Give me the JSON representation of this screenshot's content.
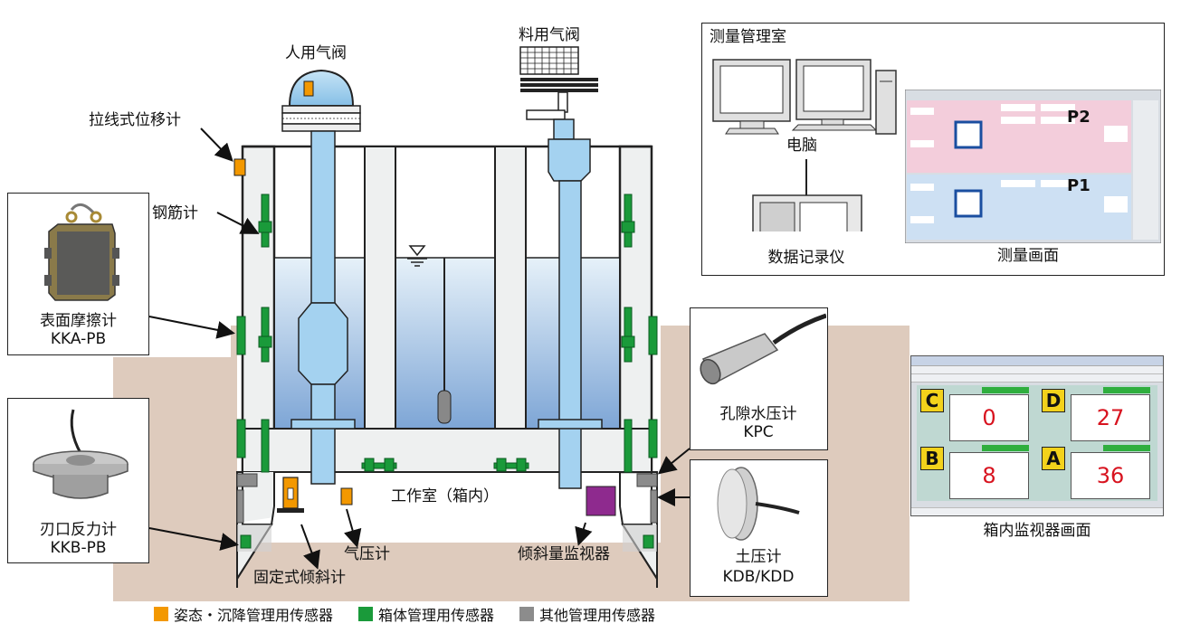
{
  "labels": {
    "human_valve": "人用气阀",
    "material_valve": "料用气阀",
    "wire_displacement": "拉线式位移计",
    "rebar_meter": "钢筋计",
    "surface_friction": "表面摩擦计",
    "surface_friction_model": "KKA-PB",
    "blade_reaction": "刃口反力计",
    "blade_reaction_model": "KKB-PB",
    "work_chamber": "工作室（箱内）",
    "fixed_inclinometer": "固定式倾斜计",
    "air_pressure": "气压计",
    "tilt_monitor": "倾斜量监视器",
    "pore_pressure": "孔隙水压计",
    "pore_pressure_model": "KPC",
    "earth_pressure": "土压计",
    "earth_pressure_model": "KDB/KDD",
    "control_room": "测量管理室",
    "computer": "电脑",
    "data_logger": "数据记录仪",
    "measure_screen": "测量画面",
    "screen_p1": "P1",
    "screen_p2": "P2",
    "box_monitor_screen": "箱内监视器画面"
  },
  "monitor": {
    "cells": [
      {
        "letter": "C",
        "value": "0"
      },
      {
        "letter": "D",
        "value": "27"
      },
      {
        "letter": "B",
        "value": "8"
      },
      {
        "letter": "A",
        "value": "36"
      }
    ]
  },
  "legend": [
    {
      "label": "姿态・沉降管理用传感器",
      "color": "#f39800"
    },
    {
      "label": "箱体管理用传感器",
      "color": "#1a9a3a"
    },
    {
      "label": "其他管理用传感器",
      "color": "#8c8c8c"
    }
  ],
  "colors": {
    "soil": "#decbbd",
    "wall": "#eef0f0",
    "water_top": "#e3eff8",
    "water_bottom": "#7ea6d6",
    "pipe": "#a4d2f0",
    "sensor_green": "#1a9a3a",
    "sensor_orange": "#f39800",
    "sensor_gray": "#8c8c8c",
    "tilt_purple": "#8e2a8e"
  }
}
